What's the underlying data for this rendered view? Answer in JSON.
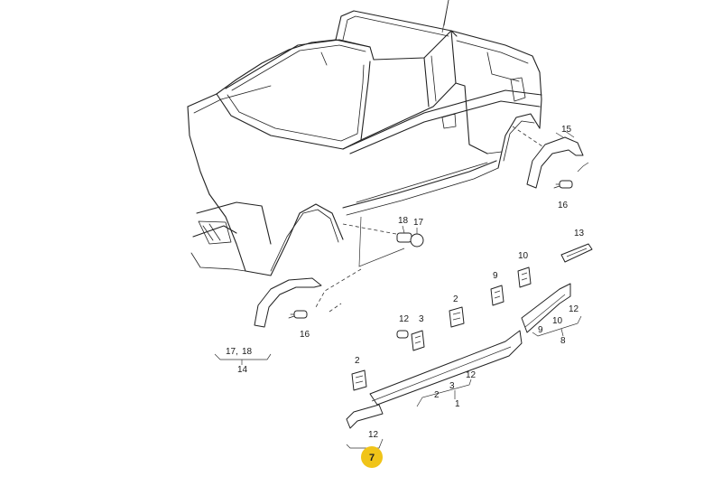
{
  "diagram": {
    "callouts": {
      "c15": "15",
      "c16a": "16",
      "c18a": "18",
      "c17a": "17",
      "c13": "13",
      "c10a": "10",
      "c9a": "9",
      "c2a": "2",
      "c12a": "12",
      "c3a": "3",
      "c2b": "2",
      "c12b": "12",
      "c16b": "16",
      "g14_17": "17,",
      "g14_18": "18",
      "g14_14": "14",
      "c12c": "12",
      "c10b": "10",
      "c9b": "9",
      "c8": "8",
      "c3b": "3",
      "c2c": "2",
      "c12d": "12",
      "c1": "1",
      "c12e": "12"
    },
    "highlight": {
      "label": "7",
      "color": "#f0c419"
    }
  }
}
